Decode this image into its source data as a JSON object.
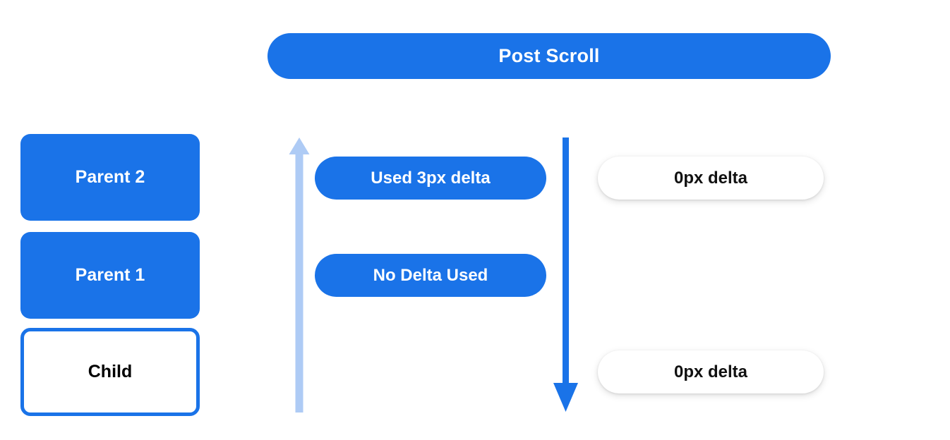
{
  "header": {
    "title": "Post Scroll"
  },
  "colors": {
    "accent_blue": "#1a73e8",
    "arrow_light_blue": "#aecbf5",
    "background": "#ffffff",
    "text_light": "#ffffff",
    "text_dark": "#000000"
  },
  "node_column": {
    "items": [
      {
        "label": "Parent 2",
        "style": "filled"
      },
      {
        "label": "Parent 1",
        "style": "filled"
      },
      {
        "label": "Child",
        "style": "outlined"
      }
    ]
  },
  "arrows": [
    {
      "name": "scroll-up-arrow",
      "direction": "up",
      "color": "#aecbf5"
    },
    {
      "name": "scroll-down-arrow",
      "direction": "down",
      "color": "#1a73e8"
    }
  ],
  "middle_pills": [
    {
      "label": "Used 3px delta"
    },
    {
      "label": "No Delta Used"
    }
  ],
  "right_pills": [
    {
      "label": "0px delta"
    },
    {
      "label": "0px delta"
    }
  ]
}
